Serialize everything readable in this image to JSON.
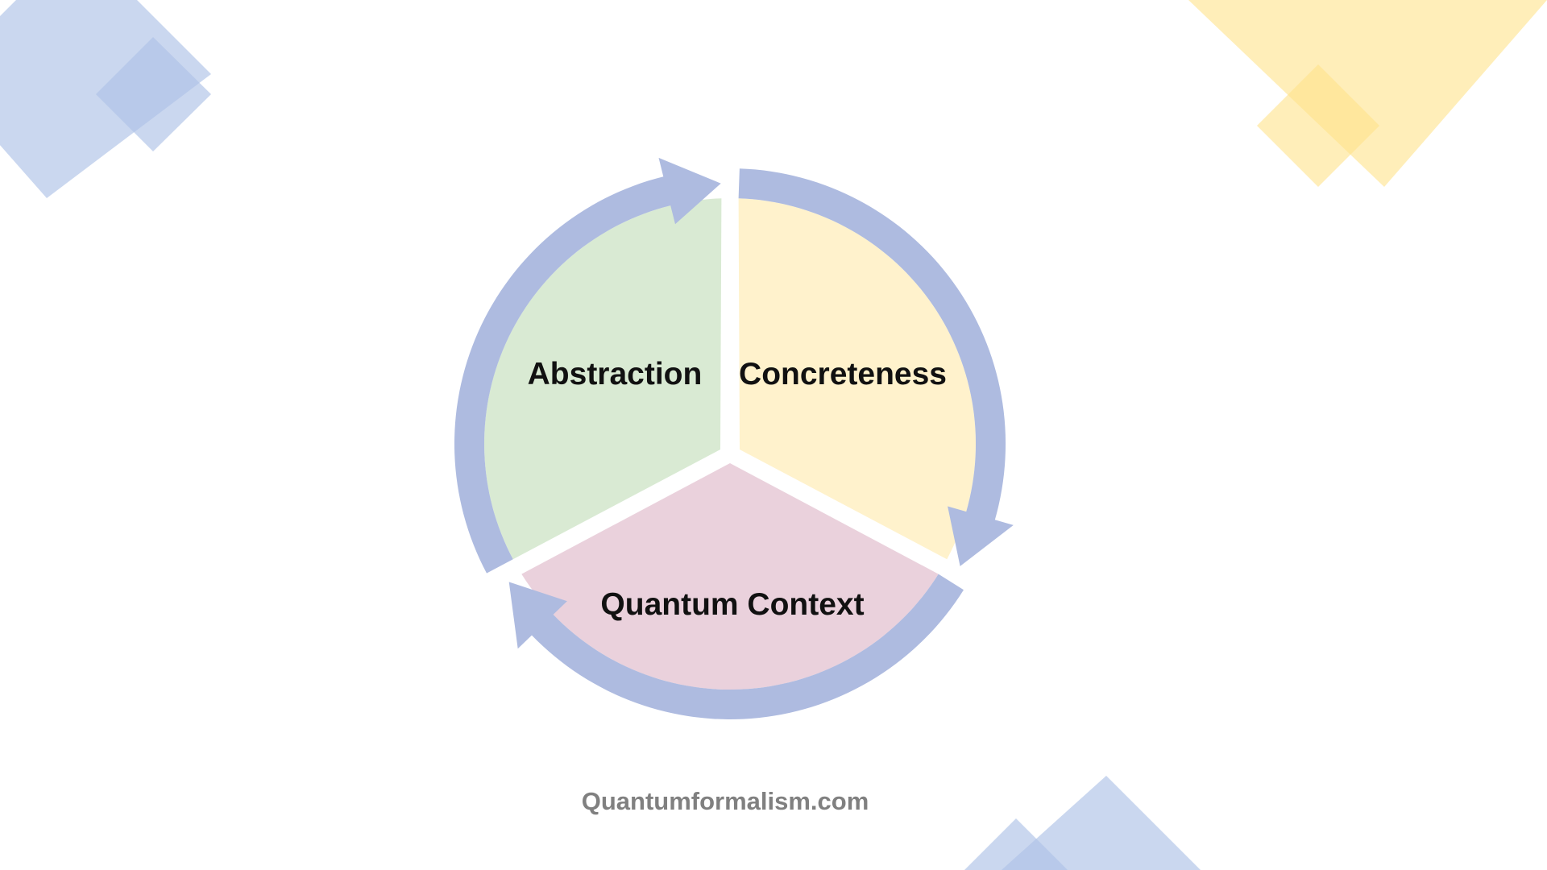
{
  "diagram": {
    "segments": [
      {
        "id": "abstraction",
        "label": "Abstraction",
        "color": "#d9ead3"
      },
      {
        "id": "concreteness",
        "label": "Concreteness",
        "color": "#fff2cc"
      },
      {
        "id": "quantum-context",
        "label": "Quantum Context",
        "color": "#ead1dc"
      }
    ],
    "arrow_color": "#aebbe0"
  },
  "footer": {
    "website": "Quantumformalism.com"
  },
  "decor": {
    "blue": "#aec2e6",
    "blue_dark": "#8fa8dc",
    "yellow": "#ffe28a",
    "yellow_dark": "#ffd54f"
  }
}
